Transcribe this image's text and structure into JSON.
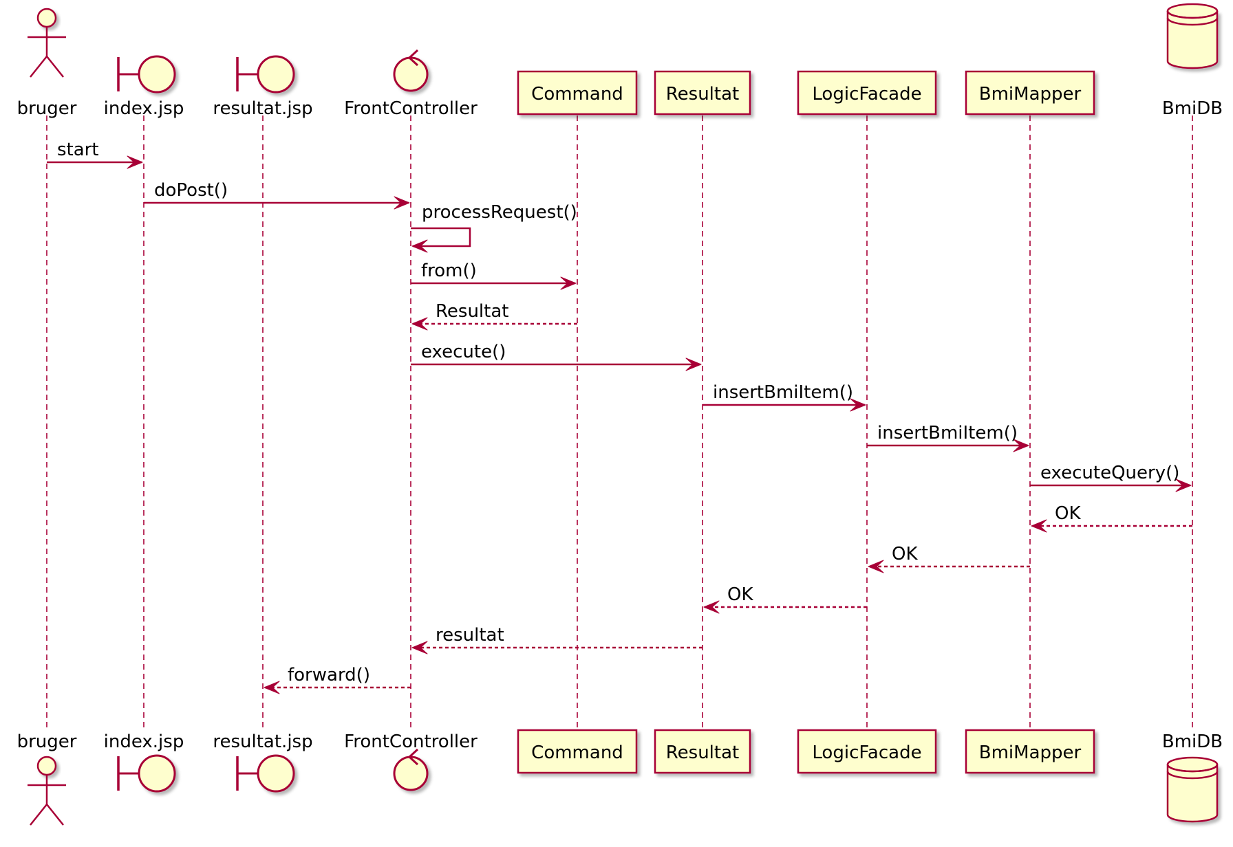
{
  "colors": {
    "line": "#A80036",
    "fill": "#FEFECE",
    "text": "#000000"
  },
  "participants": [
    {
      "id": "bruger",
      "name": "bruger",
      "kind": "actor",
      "icon": "actor-icon"
    },
    {
      "id": "index",
      "name": "index.jsp",
      "kind": "boundary",
      "icon": "boundary-icon"
    },
    {
      "id": "resultatjsp",
      "name": "resultat.jsp",
      "kind": "boundary",
      "icon": "boundary-icon"
    },
    {
      "id": "frontcontroller",
      "name": "FrontController",
      "kind": "control",
      "icon": "control-icon"
    },
    {
      "id": "command",
      "name": "Command",
      "kind": "participant"
    },
    {
      "id": "resultat",
      "name": "Resultat",
      "kind": "participant"
    },
    {
      "id": "logicfacade",
      "name": "LogicFacade",
      "kind": "participant"
    },
    {
      "id": "bmimapper",
      "name": "BmiMapper",
      "kind": "participant"
    },
    {
      "id": "bmidb",
      "name": "BmiDB",
      "kind": "database",
      "icon": "database-icon"
    }
  ],
  "messages": [
    {
      "from": "bruger",
      "to": "index",
      "label": "start",
      "style": "solid"
    },
    {
      "from": "index",
      "to": "frontcontroller",
      "label": "doPost()",
      "style": "solid"
    },
    {
      "from": "frontcontroller",
      "to": "frontcontroller",
      "label": "processRequest()",
      "style": "solid",
      "self": true
    },
    {
      "from": "frontcontroller",
      "to": "command",
      "label": "from()",
      "style": "solid"
    },
    {
      "from": "command",
      "to": "frontcontroller",
      "label": "Resultat",
      "style": "dashed"
    },
    {
      "from": "frontcontroller",
      "to": "resultat",
      "label": "execute()",
      "style": "solid"
    },
    {
      "from": "resultat",
      "to": "logicfacade",
      "label": "insertBmiItem()",
      "style": "solid"
    },
    {
      "from": "logicfacade",
      "to": "bmimapper",
      "label": "insertBmiItem()",
      "style": "solid"
    },
    {
      "from": "bmimapper",
      "to": "bmidb",
      "label": "executeQuery()",
      "style": "solid"
    },
    {
      "from": "bmidb",
      "to": "bmimapper",
      "label": "OK",
      "style": "dashed"
    },
    {
      "from": "bmimapper",
      "to": "logicfacade",
      "label": "OK",
      "style": "dashed"
    },
    {
      "from": "logicfacade",
      "to": "resultat",
      "label": "OK",
      "style": "dashed"
    },
    {
      "from": "resultat",
      "to": "frontcontroller",
      "label": "resultat",
      "style": "dashed"
    },
    {
      "from": "frontcontroller",
      "to": "resultatjsp",
      "label": "forward()",
      "style": "dashed"
    }
  ]
}
